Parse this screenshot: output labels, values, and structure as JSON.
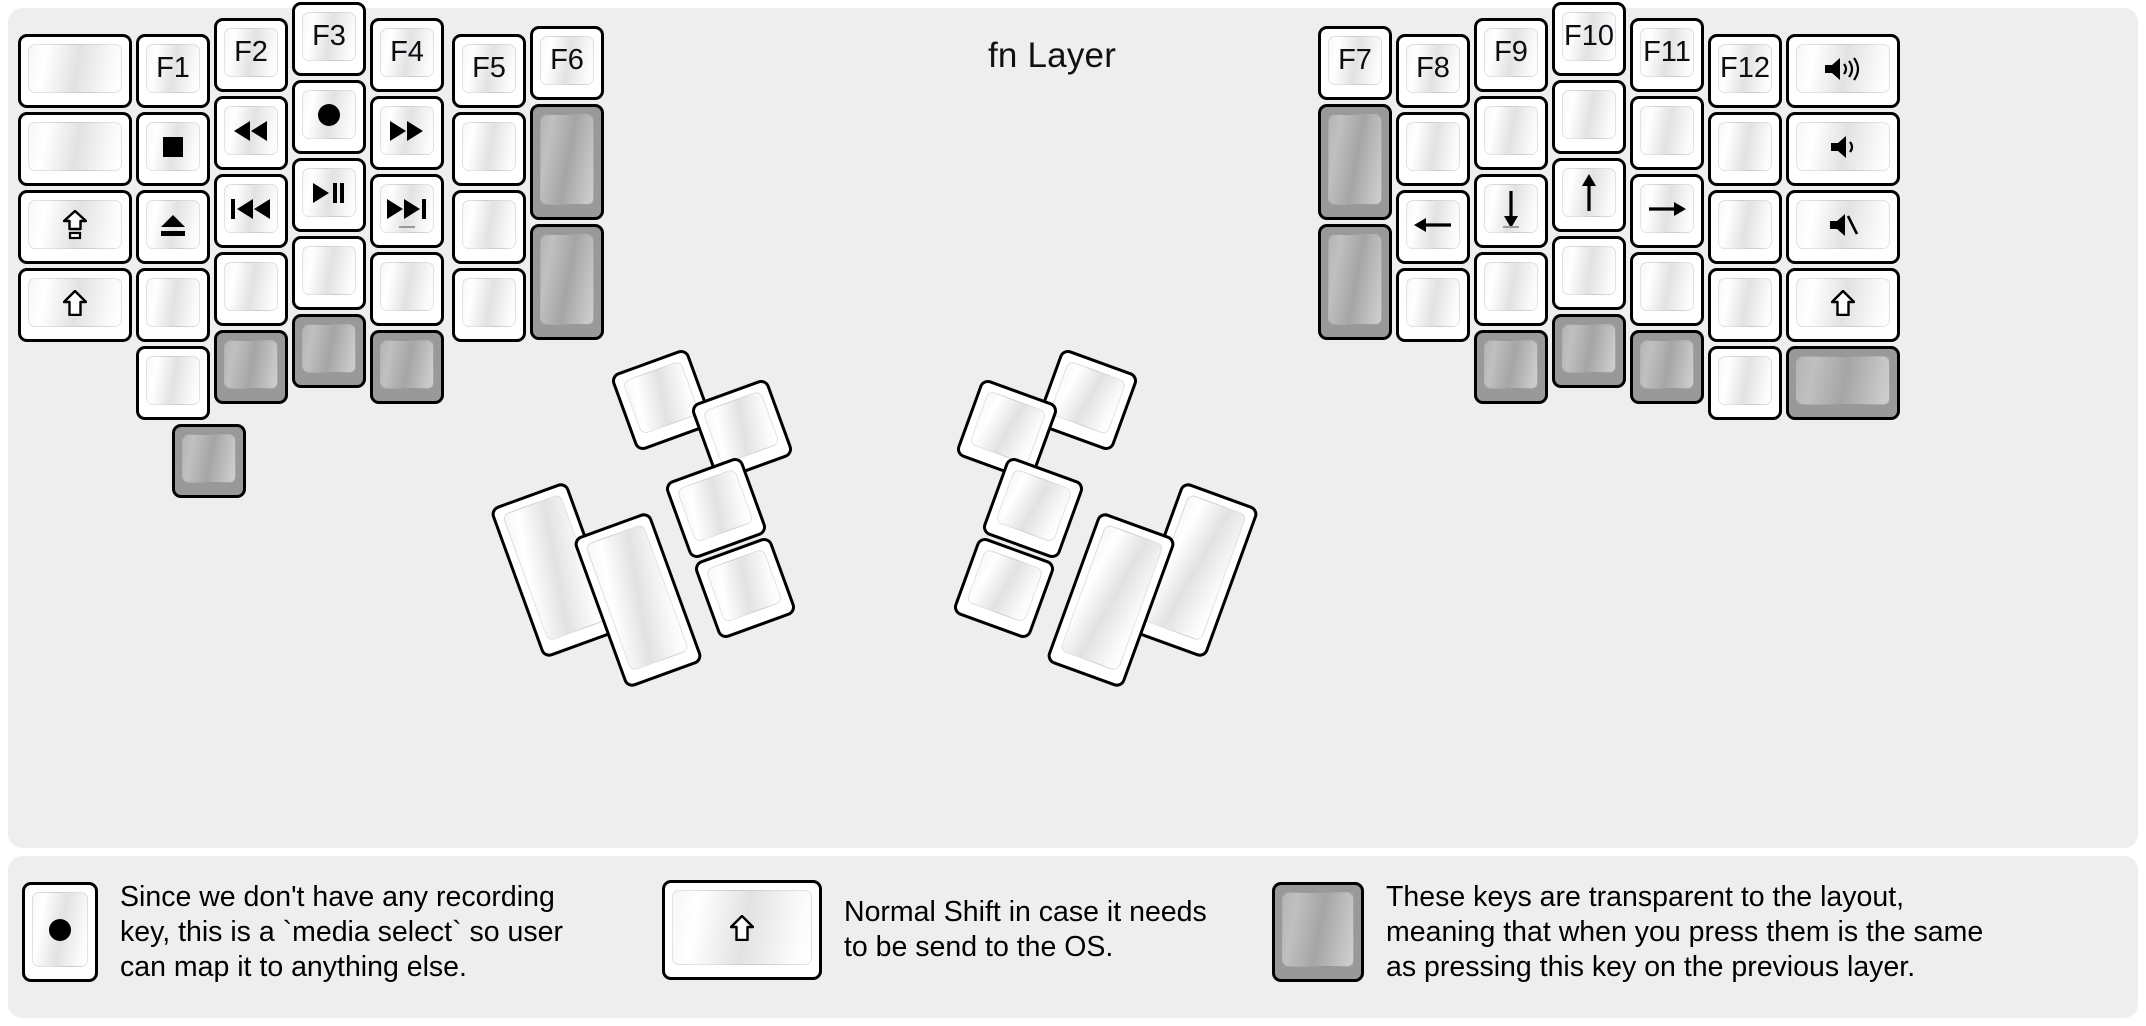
{
  "title": "fn Layer",
  "colors": {
    "panel_bg": "#eeeeee",
    "page_bg": "#ffffff",
    "key_border": "#000000",
    "key_face_light": "#ffffff",
    "key_face_shade": "#e2e2e2",
    "transparent_key": "#999999",
    "text": "#000000"
  },
  "keyboard": {
    "description": "Split ergonomic keyboard fn layer map",
    "left_half": {
      "columns": [
        {
          "name": "col-pinky-outer",
          "width_u": 1.5,
          "keys": [
            {
              "label": "",
              "icon": "",
              "state": "normal"
            },
            {
              "label": "",
              "icon": "",
              "state": "normal"
            },
            {
              "label": "",
              "icon": "caps-lock-icon",
              "state": "normal"
            },
            {
              "label": "",
              "icon": "shift-icon",
              "state": "normal"
            }
          ]
        },
        {
          "name": "col-pinky",
          "width_u": 1,
          "keys": [
            {
              "label": "F1",
              "icon": "",
              "state": "normal"
            },
            {
              "label": "",
              "icon": "media-stop-icon",
              "state": "normal"
            },
            {
              "label": "",
              "icon": "media-eject-icon",
              "state": "normal"
            },
            {
              "label": "",
              "icon": "",
              "state": "normal"
            },
            {
              "label": "",
              "icon": "",
              "state": "normal"
            }
          ],
          "extra_below_left": {
            "label": "",
            "icon": "",
            "state": "transparent"
          }
        },
        {
          "name": "col-ring",
          "width_u": 1,
          "keys": [
            {
              "label": "F2",
              "icon": "",
              "state": "normal"
            },
            {
              "label": "",
              "icon": "media-rewind-icon",
              "state": "normal"
            },
            {
              "label": "",
              "icon": "media-prev-track-icon",
              "state": "normal"
            },
            {
              "label": "",
              "icon": "",
              "state": "normal"
            },
            {
              "label": "",
              "icon": "",
              "state": "transparent"
            }
          ]
        },
        {
          "name": "col-middle",
          "width_u": 1,
          "keys": [
            {
              "label": "F3",
              "icon": "",
              "state": "normal"
            },
            {
              "label": "",
              "icon": "media-record-icon",
              "state": "normal"
            },
            {
              "label": "",
              "icon": "media-play-pause-icon",
              "state": "normal"
            },
            {
              "label": "",
              "icon": "",
              "state": "normal"
            },
            {
              "label": "",
              "icon": "",
              "state": "transparent"
            }
          ]
        },
        {
          "name": "col-index",
          "width_u": 1,
          "keys": [
            {
              "label": "F4",
              "icon": "",
              "state": "normal"
            },
            {
              "label": "",
              "icon": "media-fast-forward-icon",
              "state": "normal"
            },
            {
              "label": "",
              "icon": "media-next-track-icon",
              "state": "normal"
            },
            {
              "label": "",
              "icon": "",
              "state": "normal"
            },
            {
              "label": "",
              "icon": "",
              "state": "transparent"
            }
          ]
        },
        {
          "name": "col-index-inner",
          "width_u": 1,
          "keys": [
            {
              "label": "F5",
              "icon": "",
              "state": "normal"
            },
            {
              "label": "",
              "icon": "",
              "state": "normal"
            },
            {
              "label": "",
              "icon": "",
              "state": "normal"
            },
            {
              "label": "",
              "icon": "",
              "state": "normal"
            }
          ]
        },
        {
          "name": "col-inner-most",
          "width_u": 1,
          "keys": [
            {
              "label": "F6",
              "icon": "",
              "state": "normal"
            },
            {
              "label": "",
              "icon": "",
              "state": "transparent",
              "height_u": 1.5
            },
            {
              "label": "",
              "icon": "",
              "state": "transparent",
              "height_u": 1.5
            }
          ]
        }
      ],
      "thumb_cluster": {
        "rotation_deg": -20,
        "keys": [
          {
            "name": "thumb-big-1",
            "size": "2u-tall",
            "state": "normal"
          },
          {
            "name": "thumb-big-2",
            "size": "2u-tall",
            "state": "normal"
          },
          {
            "name": "thumb-small-1",
            "size": "1u",
            "state": "normal"
          },
          {
            "name": "thumb-small-2",
            "size": "1u",
            "state": "normal"
          },
          {
            "name": "thumb-small-3",
            "size": "1u",
            "state": "normal"
          },
          {
            "name": "thumb-small-4",
            "size": "1u",
            "state": "normal"
          }
        ]
      }
    },
    "right_half": {
      "columns": [
        {
          "name": "col-index-inner",
          "width_u": 1,
          "keys": [
            {
              "label": "F7",
              "icon": "",
              "state": "normal"
            },
            {
              "label": "",
              "icon": "",
              "state": "transparent",
              "height_u": 1.5
            },
            {
              "label": "",
              "icon": "",
              "state": "transparent",
              "height_u": 1.5
            }
          ]
        },
        {
          "name": "col-index",
          "width_u": 1,
          "keys": [
            {
              "label": "F8",
              "icon": "",
              "state": "normal"
            },
            {
              "label": "",
              "icon": "",
              "state": "normal"
            },
            {
              "label": "",
              "icon": "arrow-left-icon",
              "state": "normal"
            },
            {
              "label": "",
              "icon": "",
              "state": "normal"
            }
          ]
        },
        {
          "name": "col-middle",
          "width_u": 1,
          "keys": [
            {
              "label": "F9",
              "icon": "",
              "state": "normal"
            },
            {
              "label": "",
              "icon": "",
              "state": "normal"
            },
            {
              "label": "",
              "icon": "arrow-down-icon",
              "state": "normal"
            },
            {
              "label": "",
              "icon": "",
              "state": "normal"
            },
            {
              "label": "",
              "icon": "",
              "state": "transparent"
            }
          ]
        },
        {
          "name": "col-ring",
          "width_u": 1,
          "keys": [
            {
              "label": "F10",
              "icon": "",
              "state": "normal"
            },
            {
              "label": "",
              "icon": "",
              "state": "normal"
            },
            {
              "label": "",
              "icon": "arrow-up-icon",
              "state": "normal"
            },
            {
              "label": "",
              "icon": "",
              "state": "normal"
            },
            {
              "label": "",
              "icon": "",
              "state": "transparent"
            }
          ]
        },
        {
          "name": "col-pinky",
          "width_u": 1,
          "keys": [
            {
              "label": "F11",
              "icon": "",
              "state": "normal"
            },
            {
              "label": "",
              "icon": "",
              "state": "normal"
            },
            {
              "label": "",
              "icon": "arrow-right-icon",
              "state": "normal"
            },
            {
              "label": "",
              "icon": "",
              "state": "normal"
            },
            {
              "label": "",
              "icon": "",
              "state": "transparent"
            }
          ]
        },
        {
          "name": "col-pinky-outer",
          "width_u": 1,
          "keys": [
            {
              "label": "F12",
              "icon": "",
              "state": "normal"
            },
            {
              "label": "",
              "icon": "",
              "state": "normal"
            },
            {
              "label": "",
              "icon": "",
              "state": "normal"
            },
            {
              "label": "",
              "icon": "",
              "state": "normal"
            },
            {
              "label": "",
              "icon": "",
              "state": "normal"
            }
          ]
        },
        {
          "name": "col-far-right",
          "width_u": 1.5,
          "keys": [
            {
              "label": "",
              "icon": "volume-up-icon",
              "state": "normal"
            },
            {
              "label": "",
              "icon": "volume-down-icon",
              "state": "normal"
            },
            {
              "label": "",
              "icon": "volume-mute-icon",
              "state": "normal"
            },
            {
              "label": "",
              "icon": "shift-icon",
              "state": "normal"
            },
            {
              "label": "",
              "icon": "",
              "state": "transparent"
            }
          ]
        }
      ],
      "thumb_cluster": {
        "rotation_deg": 20,
        "keys": [
          {
            "name": "thumb-small-1",
            "size": "1u",
            "state": "normal"
          },
          {
            "name": "thumb-small-2",
            "size": "1u",
            "state": "normal"
          },
          {
            "name": "thumb-small-3",
            "size": "1u",
            "state": "normal"
          },
          {
            "name": "thumb-small-4",
            "size": "1u",
            "state": "normal"
          },
          {
            "name": "thumb-big-1",
            "size": "2u-tall",
            "state": "normal"
          },
          {
            "name": "thumb-big-2",
            "size": "2u-tall",
            "state": "normal"
          }
        ]
      }
    }
  },
  "legend": [
    {
      "key_icon": "media-record-icon",
      "key_state": "normal",
      "text": "Since we don't have any recording\nkey, this is a `media select` so user\ncan map it to anything else."
    },
    {
      "key_icon": "shift-icon",
      "key_state": "normal",
      "text": "Normal Shift in case it needs\nto be send to the OS."
    },
    {
      "key_icon": "",
      "key_state": "transparent",
      "text": "These keys are transparent to the layout,\nmeaning that when you press them is the same\nas pressing this key on the previous layer."
    }
  ]
}
